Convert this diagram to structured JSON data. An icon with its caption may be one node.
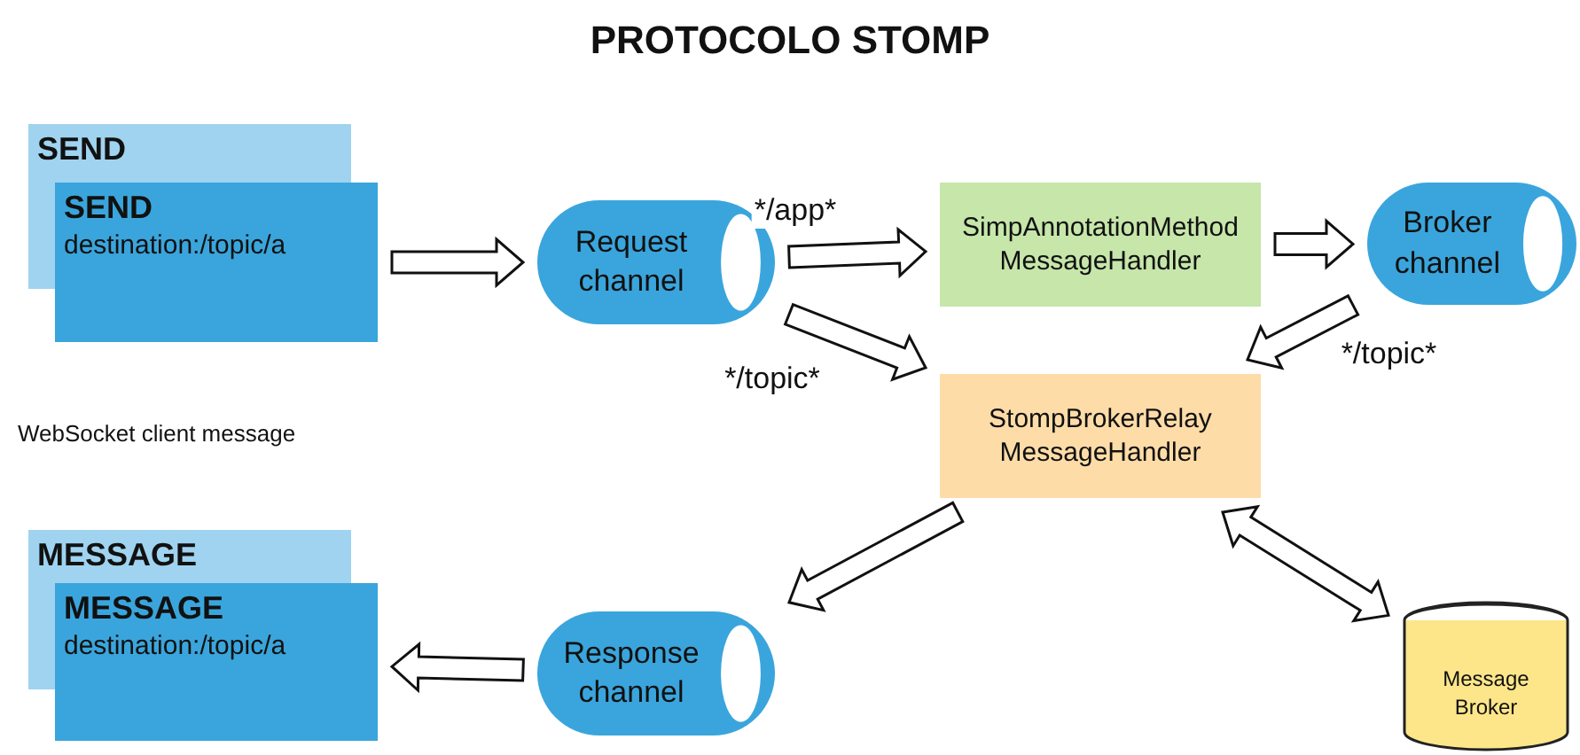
{
  "diagram": {
    "title": "PROTOCOLO STOMP",
    "nodes": [
      {
        "text": [
          "SEND"
        ]
      },
      {
        "text": [
          "SEND",
          "destination:/topic/a"
        ]
      },
      {
        "text": [
          "Request channel"
        ]
      },
      {
        "text": [
          "SimpAnnotationMethod MessageHandler"
        ]
      },
      {
        "text": [
          "Broker channel"
        ]
      },
      {
        "text": [
          "StompBrokerRelay MessageHandler"
        ]
      },
      {
        "text": [
          "MESSAGE"
        ]
      },
      {
        "text": [
          "MESSAGE",
          "destination:/topic/a"
        ]
      },
      {
        "text": [
          "Response channel"
        ]
      },
      {
        "text": [
          "Message Broker"
        ]
      }
    ],
    "edges": [
      {
        "from": 1,
        "to": 2,
        "arrow": "to"
      },
      {
        "from": 2,
        "to": 3,
        "arrow": "to",
        "label": "*/app*"
      },
      {
        "from": 2,
        "to": 5,
        "arrow": "to",
        "label": "*/topic*"
      },
      {
        "from": 3,
        "to": 4,
        "arrow": "to"
      },
      {
        "from": 4,
        "to": 5,
        "arrow": "to",
        "label": "*/topic*"
      },
      {
        "from": 5,
        "to": 8,
        "arrow": "to"
      },
      {
        "from": 8,
        "to": 7,
        "arrow": "to"
      },
      {
        "from": 5,
        "to": 9,
        "arrow": "both"
      }
    ],
    "labels": [
      "WebSocket client message"
    ]
  }
}
